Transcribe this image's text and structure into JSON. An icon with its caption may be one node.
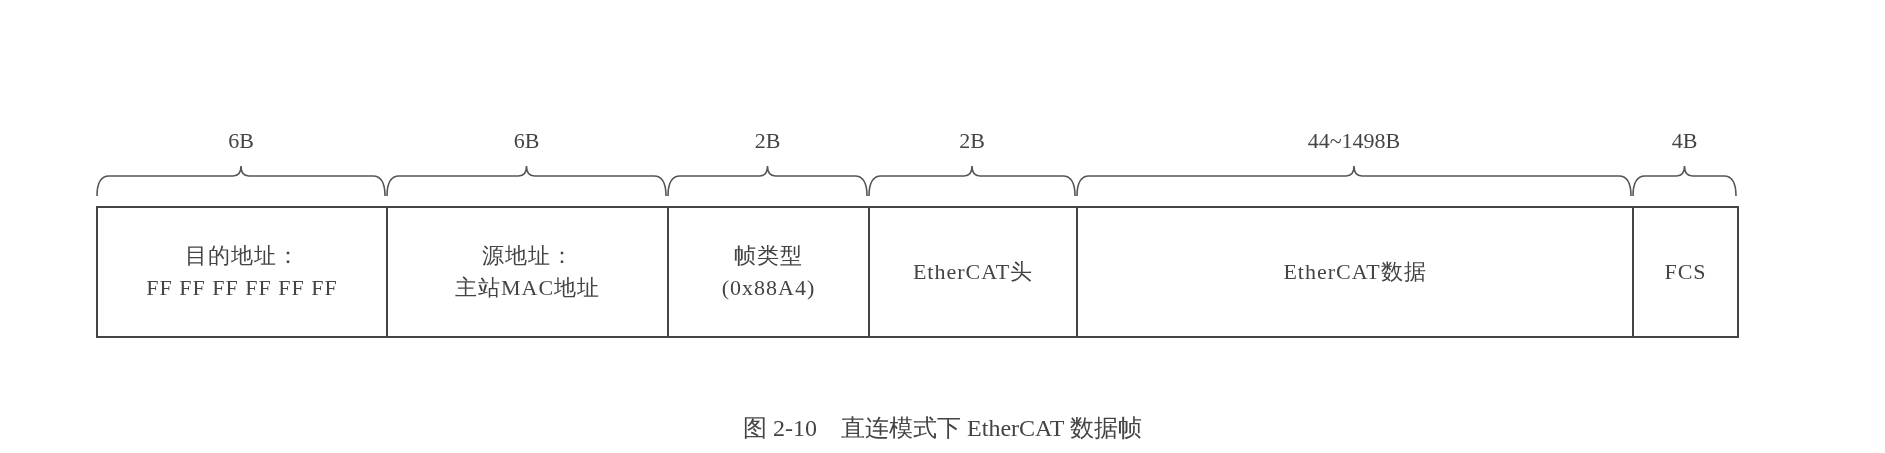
{
  "diagram": {
    "caption": "图 2-10　直连模式下 EtherCAT 数据帧",
    "nodes": [
      {
        "text": [
          "目的地址：FF FF FF FF FF FF"
        ]
      },
      {
        "text": [
          "源地址：主站MAC地址"
        ]
      },
      {
        "text": [
          "帧类型(0x88A4)"
        ]
      },
      {
        "text": [
          "EtherCAT头"
        ]
      },
      {
        "text": [
          "EtherCAT数据"
        ]
      },
      {
        "text": [
          "FCS"
        ]
      }
    ],
    "labels": [
      "6B",
      "6B",
      "2B",
      "2B",
      "44~1498B",
      "4B"
    ]
  }
}
